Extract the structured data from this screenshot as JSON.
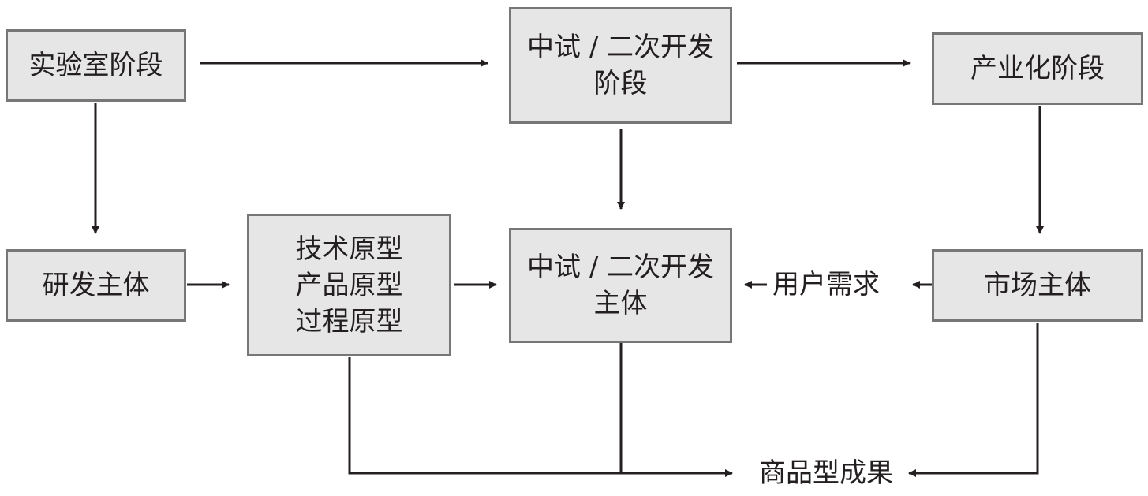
{
  "nodes": {
    "lab_stage": {
      "lines": [
        "实验室阶段"
      ]
    },
    "pilot_stage": {
      "lines": [
        "中试 / 二次开发",
        "阶段"
      ]
    },
    "industrial_stage": {
      "lines": [
        "产业化阶段"
      ]
    },
    "rd_subject": {
      "lines": [
        "研发主体"
      ]
    },
    "prototypes": {
      "lines": [
        "技术原型",
        "产品原型",
        "过程原型"
      ]
    },
    "pilot_subject": {
      "lines": [
        "中试 / 二次开发",
        "主体"
      ]
    },
    "market_subject": {
      "lines": [
        "市场主体"
      ]
    }
  },
  "labels": {
    "user_demand": "用户需求",
    "commercial_result": "商品型成果"
  },
  "colors": {
    "box_fill": "#e6e6e6",
    "box_border": "#777777",
    "line": "#231f20"
  }
}
